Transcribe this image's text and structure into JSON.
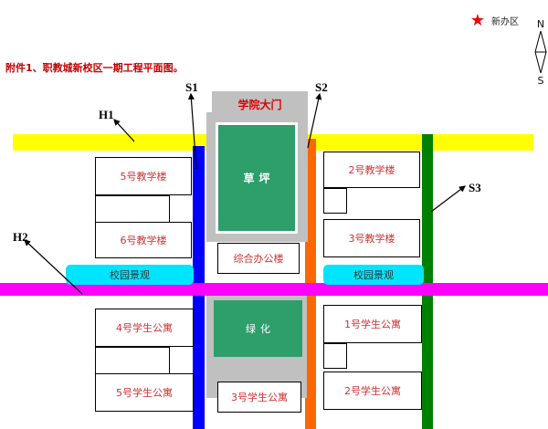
{
  "document": {
    "title": "附件1、职教城新校区一期工程平面图。"
  },
  "legend": {
    "star_icon": "star-icon",
    "label": "新办区",
    "star_color": "#ee0000"
  },
  "compass": {
    "north": "N",
    "south": "S"
  },
  "roads": {
    "h1": {
      "label": "H1",
      "color": "#ffff00",
      "orientation": "horizontal"
    },
    "h2": {
      "label": "H2",
      "color": "#ff00ff",
      "orientation": "horizontal"
    },
    "s1": {
      "label": "S1",
      "color": "#0000ff",
      "orientation": "vertical"
    },
    "s2": {
      "label": "S2",
      "color": "#ff6600",
      "orientation": "vertical"
    },
    "s3": {
      "label": "S3",
      "color": "#008000",
      "orientation": "vertical"
    }
  },
  "gate": {
    "label": "学院大门"
  },
  "green_areas": {
    "lawn": {
      "label": "草坪",
      "color": "#2e9e6b"
    },
    "greening": {
      "label": "绿化",
      "color": "#2e9e6b"
    }
  },
  "buildings": {
    "teaching_5": "5号教学楼",
    "teaching_6": "6号教学楼",
    "teaching_2": "2号教学楼",
    "teaching_3": "3号教学楼",
    "office": "综合办公楼",
    "dorm_1": "1号学生公寓",
    "dorm_2": "2号学生公寓",
    "dorm_3": "3号学生公寓",
    "dorm_4": "4号学生公寓",
    "dorm_5": "5号学生公寓"
  },
  "landscape": {
    "left": "校园景观",
    "right": "校园景观",
    "color": "#00e5ff"
  }
}
